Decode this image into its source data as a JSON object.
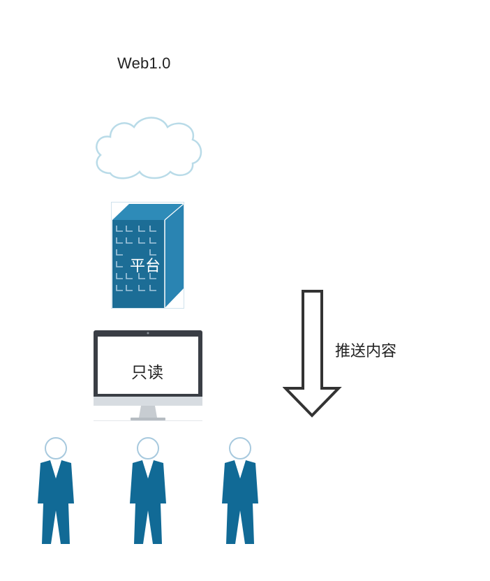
{
  "diagram": {
    "title": "Web1.0",
    "platform_label": "平台",
    "screen_label": "只读",
    "arrow_label": "推送内容",
    "users": [
      {
        "icon": "user-icon"
      },
      {
        "icon": "user-icon"
      },
      {
        "icon": "user-icon"
      }
    ]
  },
  "colors": {
    "cloud_stroke": "#b9dbe8",
    "building_dark": "#1c6d96",
    "building_light": "#2e8bb8",
    "building_window": "#a7c9de",
    "monitor_frame": "#3a3e45",
    "monitor_stand": "#c7ccd1",
    "person_body": "#116a96",
    "arrow_stroke": "#333333"
  }
}
